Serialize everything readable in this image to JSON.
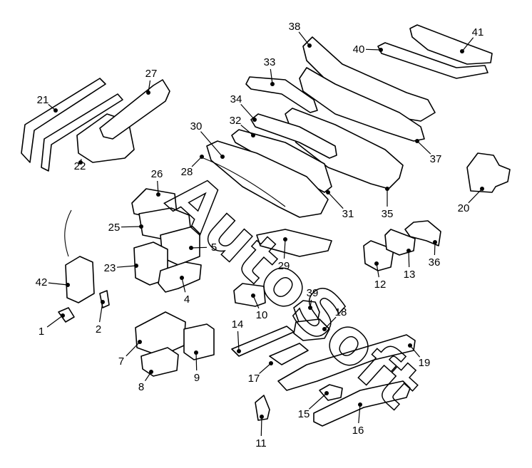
{
  "watermark": "AutoSoft",
  "callouts": [
    {
      "id": "1",
      "label": "1"
    },
    {
      "id": "2",
      "label": "2"
    },
    {
      "id": "4",
      "label": "4"
    },
    {
      "id": "5",
      "label": "5"
    },
    {
      "id": "7",
      "label": "7"
    },
    {
      "id": "8",
      "label": "8"
    },
    {
      "id": "9",
      "label": "9"
    },
    {
      "id": "10",
      "label": "10"
    },
    {
      "id": "11",
      "label": "11"
    },
    {
      "id": "12",
      "label": "12"
    },
    {
      "id": "13",
      "label": "13"
    },
    {
      "id": "14",
      "label": "14"
    },
    {
      "id": "15",
      "label": "15"
    },
    {
      "id": "16",
      "label": "16"
    },
    {
      "id": "17",
      "label": "17"
    },
    {
      "id": "18",
      "label": "18"
    },
    {
      "id": "19",
      "label": "19"
    },
    {
      "id": "20",
      "label": "20"
    },
    {
      "id": "21",
      "label": "21"
    },
    {
      "id": "22",
      "label": "22"
    },
    {
      "id": "23",
      "label": "23"
    },
    {
      "id": "25",
      "label": "25"
    },
    {
      "id": "26",
      "label": "26"
    },
    {
      "id": "27",
      "label": "27"
    },
    {
      "id": "28",
      "label": "28"
    },
    {
      "id": "29",
      "label": "29"
    },
    {
      "id": "30",
      "label": "30"
    },
    {
      "id": "31",
      "label": "31"
    },
    {
      "id": "32",
      "label": "32"
    },
    {
      "id": "33",
      "label": "33"
    },
    {
      "id": "34",
      "label": "34"
    },
    {
      "id": "35",
      "label": "35"
    },
    {
      "id": "36",
      "label": "36"
    },
    {
      "id": "37",
      "label": "37"
    },
    {
      "id": "38",
      "label": "38"
    },
    {
      "id": "39",
      "label": "39"
    },
    {
      "id": "40",
      "label": "40"
    },
    {
      "id": "41",
      "label": "41"
    },
    {
      "id": "42",
      "label": "42"
    }
  ]
}
